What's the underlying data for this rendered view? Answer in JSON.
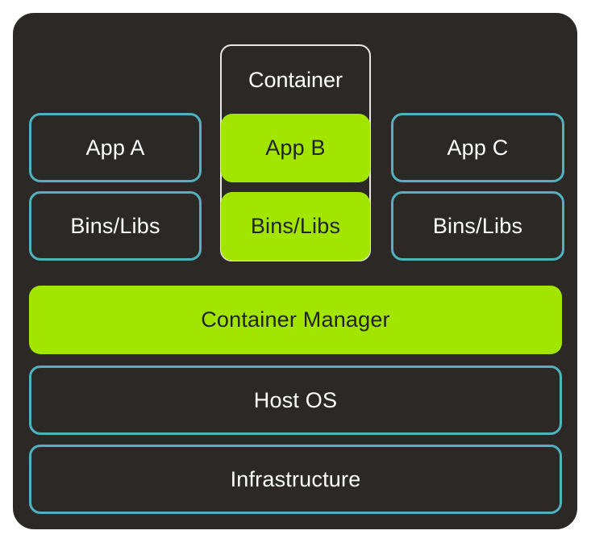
{
  "container": {
    "label": "Container",
    "app": "App B",
    "libs": "Bins/Libs"
  },
  "left_stack": {
    "app": "App A",
    "libs": "Bins/Libs"
  },
  "right_stack": {
    "app": "App C",
    "libs": "Bins/Libs"
  },
  "layers": {
    "manager": "Container Manager",
    "host_os": "Host OS",
    "infrastructure": "Infrastructure"
  },
  "colors": {
    "background": "#2b2826",
    "outline": "#4fb3bf",
    "highlight": "#a2e600",
    "container_border": "#e8e8e8"
  }
}
